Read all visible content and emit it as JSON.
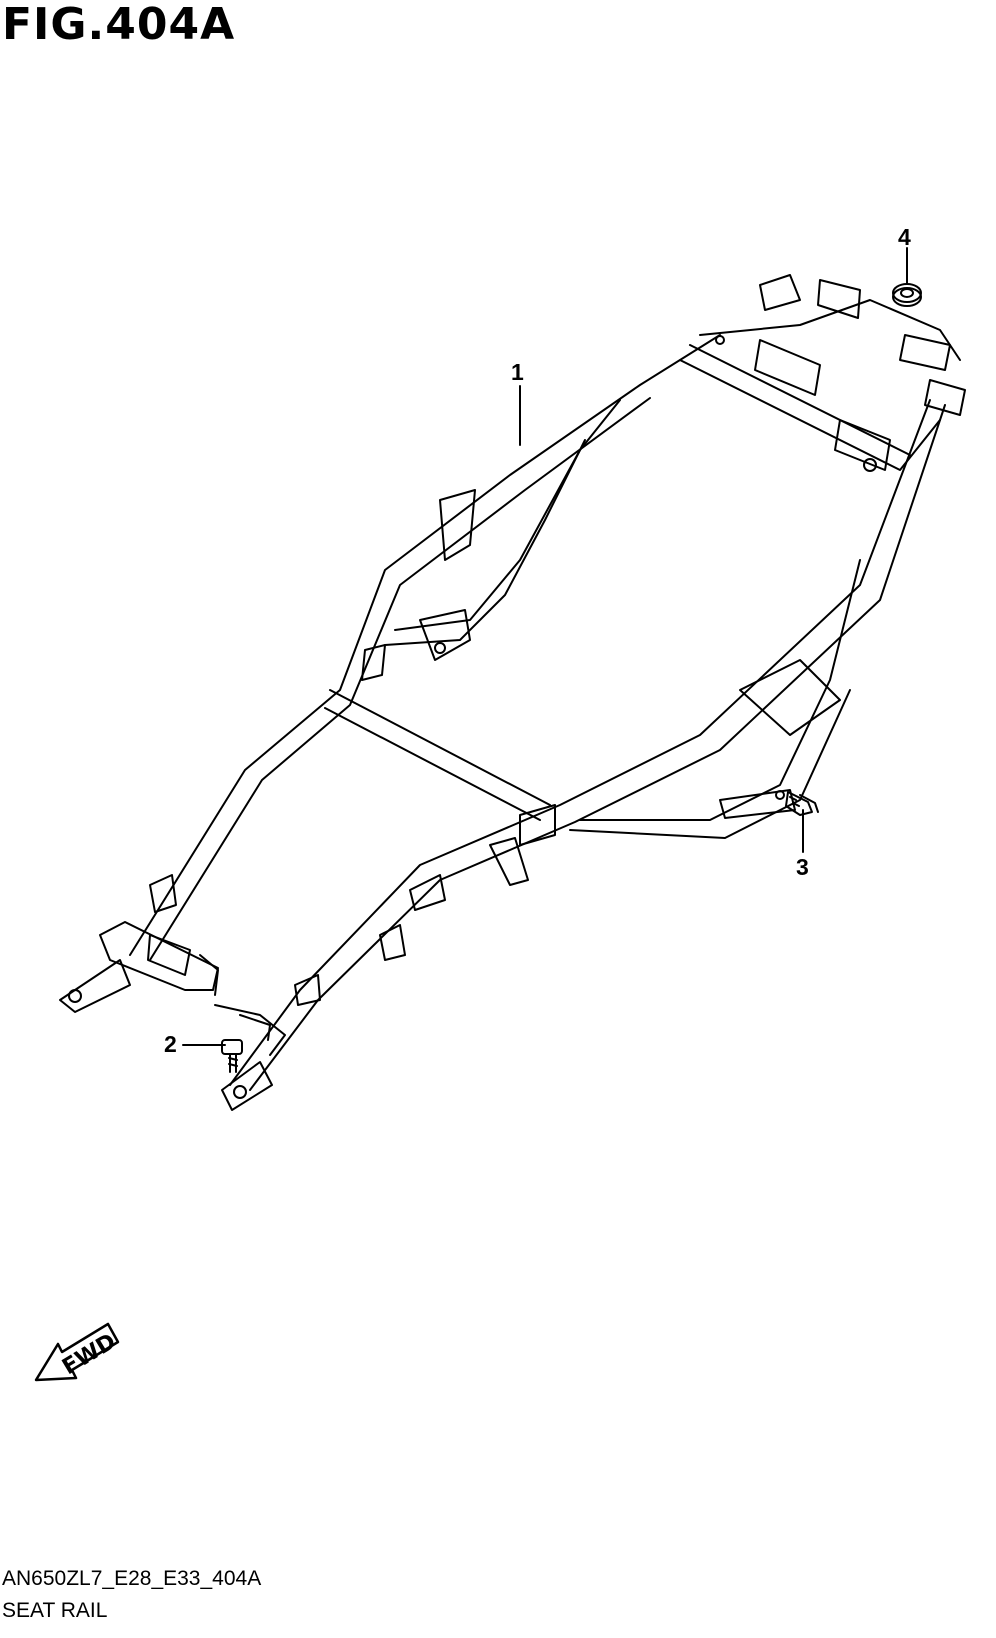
{
  "figure": {
    "title": "FIG.404A",
    "code": "AN650ZL7_E28_E33_404A",
    "name": "SEAT RAIL"
  },
  "callouts": [
    {
      "id": "1",
      "label": "1"
    },
    {
      "id": "2",
      "label": "2"
    },
    {
      "id": "3",
      "label": "3"
    },
    {
      "id": "4",
      "label": "4"
    }
  ],
  "direction_badge": {
    "label": "FWD"
  },
  "colors": {
    "line": "#000000",
    "background": "#ffffff"
  }
}
